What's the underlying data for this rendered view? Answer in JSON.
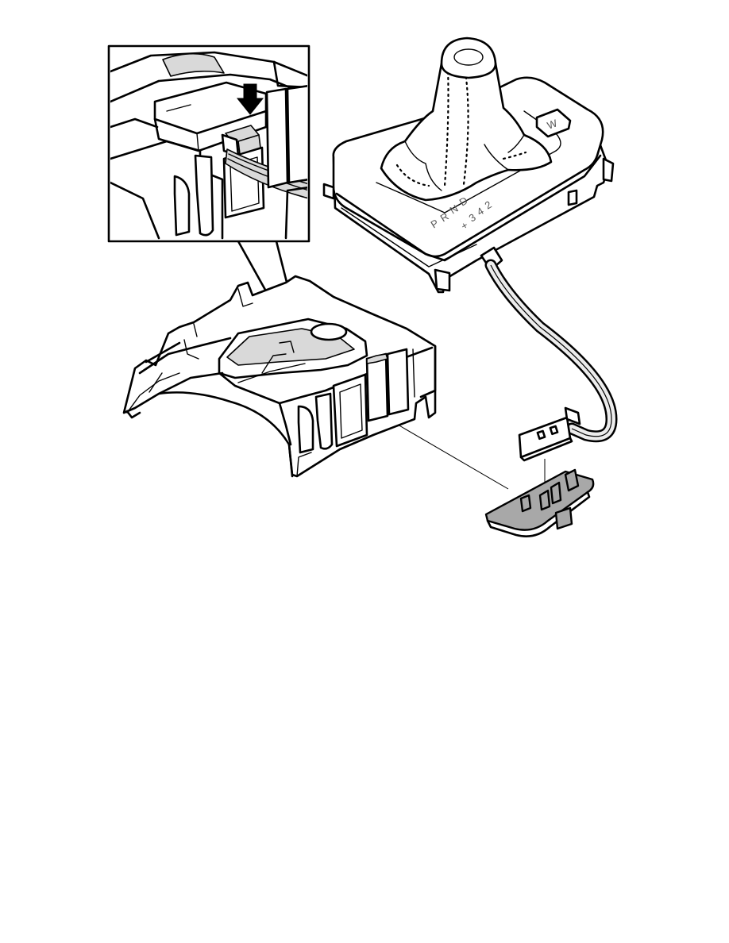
{
  "gear_positions": [
    "P",
    "R",
    "N",
    "D"
  ],
  "manual_positions": [
    "+",
    "3",
    "4",
    "2"
  ],
  "selector_badge": "W",
  "figure_parts": [
    {
      "name": "detail-inset",
      "icon": "magnifier-callout"
    },
    {
      "name": "arrow",
      "icon": "down-arrow-icon"
    },
    {
      "name": "gear-selector-housing",
      "icon": "gear-shift-housing"
    },
    {
      "name": "tunnel-console-bracket",
      "icon": "console-bracket"
    },
    {
      "name": "connector",
      "icon": "plug-connector"
    },
    {
      "name": "retaining-clip",
      "icon": "clip-shaded"
    }
  ],
  "colors": {
    "line": "#000000",
    "background": "#ffffff",
    "shaded_part": "#a8a8a8",
    "light_shade": "#d9d9d9"
  }
}
